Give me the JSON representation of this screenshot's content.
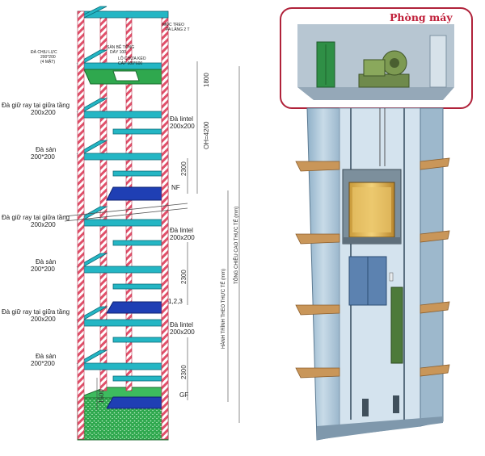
{
  "colors": {
    "beam": "#24b6c4",
    "beam_edge": "#0d6b78",
    "column_red": "#e0506a",
    "slab": "#1f3fb4",
    "grass": "#2fa84e",
    "machine_room_border": "#b0223a",
    "machine_room_title": "#c0203a",
    "shaft_wall": "#a9c4d8",
    "landing_floor": "#c99659"
  },
  "left_diagram": {
    "labels": {
      "da_chiu_luc": "ĐÀ CHỊU LỰC",
      "da_chiu_luc_size": "200*200",
      "da_chiu_luc_qty": "(4 MẶT)",
      "san_be_tong": "SÀN BÊ TÔNG",
      "san_be_tong_2": "DÀY 100",
      "moc_treo": "MÓC TREO",
      "moc_treo_2": "PA LĂNG 2 T",
      "lo_chua_keo": "LỖ CHỪA KÉO",
      "lo_chua_keo_2": "CÁP 600*600",
      "ray_1": "Đà giữ ray tại giữa tầng",
      "ray_1_size": "200x200",
      "ray_2": "Đà giữ ray tại giữa tầng",
      "ray_2_size": "200x200",
      "ray_3": "Đà giữ ray tại giữa tầng",
      "ray_3_size": "200x200",
      "san_1": "Đà sàn",
      "san_1_size": "200*200",
      "san_2": "Đà sàn",
      "san_2_size": "200*200",
      "san_3": "Đà sàn",
      "san_3_size": "200*200",
      "lintel_1": "Đà lintel",
      "lintel_1_size": "200x200",
      "lintel_2": "Đà lintel",
      "lintel_2_size": "200x200",
      "lintel_3": "Đà lintel",
      "lintel_3_size": "200x200",
      "floor_nf": "NF",
      "floor_123": "1,2,3",
      "floor_gf": "GF",
      "dim_oh": "OH=4200",
      "dim_1800": "1800",
      "dim_2300_a": "2300",
      "dim_2300_b": "2300",
      "dim_2300_c": "2300",
      "dim_1500": "1500",
      "hanh_trinh": "HÀNH TRÌNH THEO THỰC TẾ (mm)",
      "tong_chieu_cao": "TỔNG CHIỀU CAO THỰC TẾ (mm)"
    }
  },
  "right_diagram": {
    "machine_room_label": "Phòng máy"
  }
}
